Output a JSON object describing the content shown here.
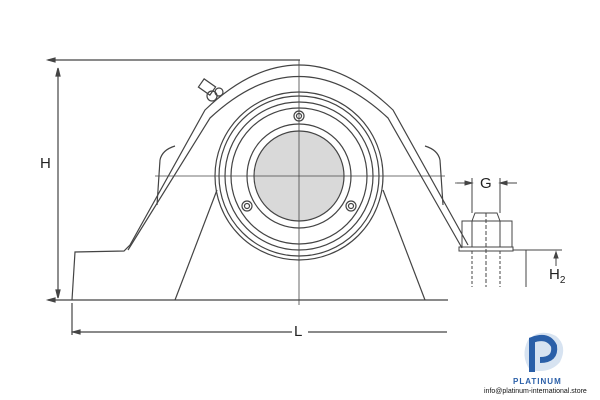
{
  "labels": {
    "height": "H",
    "length": "L",
    "bolt_gap": "G",
    "base_height": "H",
    "base_height_sub": "2"
  },
  "logo": {
    "brand": "PLATINUM",
    "email": "info@platinum-international.store"
  },
  "colors": {
    "line": "#444444",
    "shaft_fill": "#d9d9d9",
    "brand": "#2a5fa8"
  }
}
